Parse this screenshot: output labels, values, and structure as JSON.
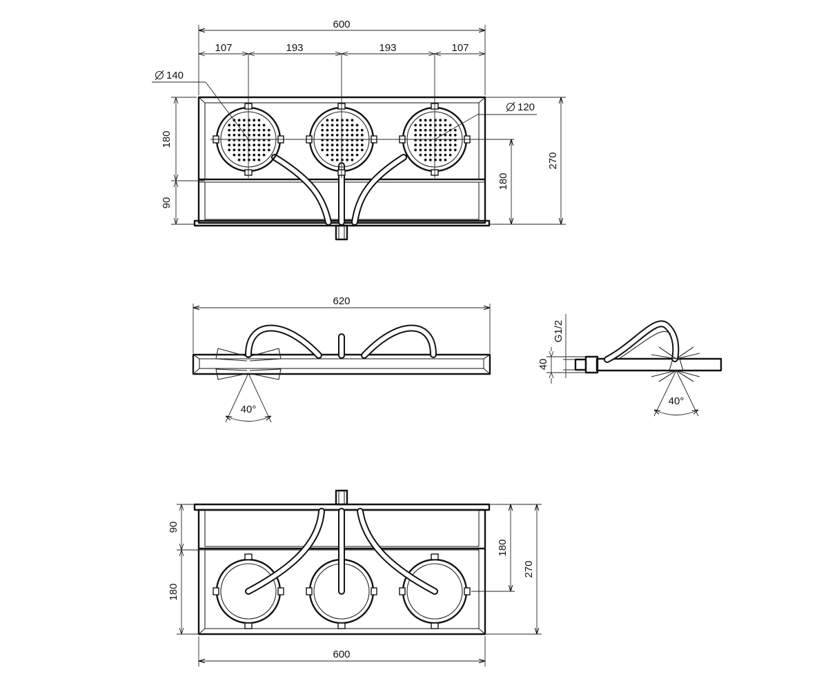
{
  "top_view": {
    "overall_width": "600",
    "spacing_left": "107",
    "spacing_mid_left": "193",
    "spacing_mid_right": "193",
    "spacing_right": "107",
    "diameter_outer": "140",
    "diameter_inner": "120",
    "height_upper": "180",
    "height_lower": "90",
    "height_total": "270",
    "height_right": "180"
  },
  "front_view": {
    "overall_width": "620",
    "spray_angle": "40°"
  },
  "side_view": {
    "thread": "G1/2",
    "thickness": "40",
    "spray_angle": "40°"
  },
  "bottom_view": {
    "height_upper": "90",
    "height_lower": "180",
    "height_right": "180",
    "height_total": "270",
    "overall_width": "600"
  }
}
